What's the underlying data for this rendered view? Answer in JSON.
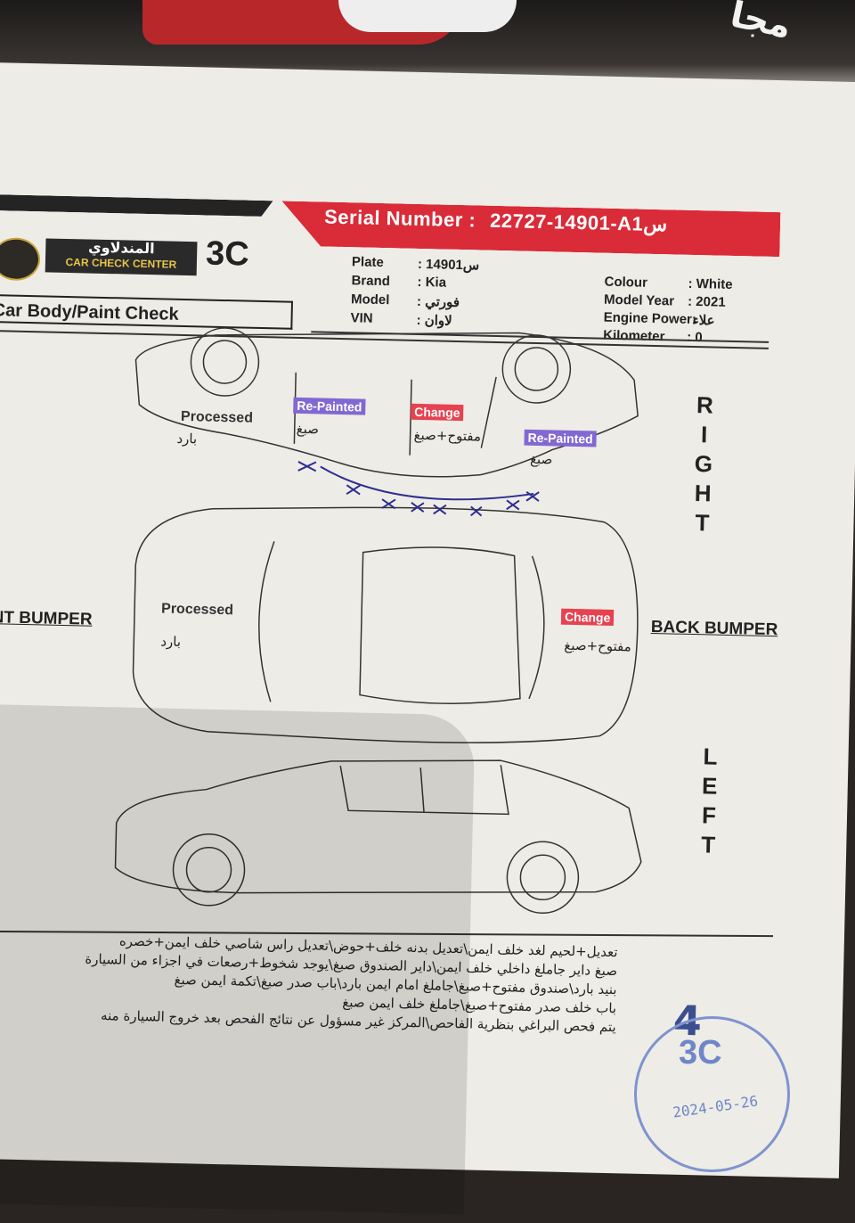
{
  "header": {
    "serial_label": "Serial Number :",
    "serial_value": "22727-14901-A1س",
    "brand_ar": "المندلاوي",
    "brand_en": "CAR CHECK CENTER",
    "code": "3C",
    "background_text": "مجا"
  },
  "section_title": "Car Body/Paint Check",
  "vehicle": {
    "plate_label": "Plate",
    "plate_value": ": 14901س",
    "brand_label": "Brand",
    "brand_value": ": Kia",
    "model_label": "Model",
    "model_value": ": فورتي",
    "vin_label": "VIN",
    "vin_value": ": لاوان",
    "colour_label": "Colour",
    "colour_value": ": White",
    "year_label": "Model Year",
    "year_value": ": 2021",
    "engine_label": "Engine Power:",
    "engine_value": "علاء",
    "km_label": "Kilometer",
    "km_value": ": 0"
  },
  "sides": {
    "right": "RIGHT",
    "left": "LEFT",
    "front": "ONT BUMPER",
    "back": "BACK BUMPER"
  },
  "right_marks": {
    "processed": "Processed",
    "processed_ar": "بارد",
    "repainted1": "Re-Painted",
    "repainted1_ar": "صبغ",
    "change": "Change",
    "change_ar": "مفتوح+صبغ",
    "repainted2": "Re-Painted",
    "repainted2_ar": "صبغ"
  },
  "top_marks": {
    "processed": "Processed",
    "processed_ar": "بارد",
    "change": "Change",
    "change_ar": "مفتوح+صبغ"
  },
  "notes": [
    "تعديل+لحيم لغد خلف ايمن\\تعديل بدنه خلف+حوض\\تعديل راس شاصي خلف ايمن+خصره",
    "صبغ داير جاملغ داخلي خلف ايمن\\داير الصندوق صبغ\\يوجد شخوط+رصعات في اجزاء من السيارة",
    "بنيد بارد\\صندوق مفتوح+صبغ\\جاملغ امام ايمن بارد\\باب صدر صبغ\\تكمة ايمن صبغ",
    "باب خلف صدر مفتوح+صبغ\\جاملغ خلف ايمن صبغ",
    "يتم فحص البراغي بنظرية الفاحص\\المركز غير مسؤول عن نتائج الفحص بعد خروج السيارة منه"
  ],
  "page_number": "4",
  "stamp": {
    "code": "3C",
    "date": "2024-05-26"
  }
}
